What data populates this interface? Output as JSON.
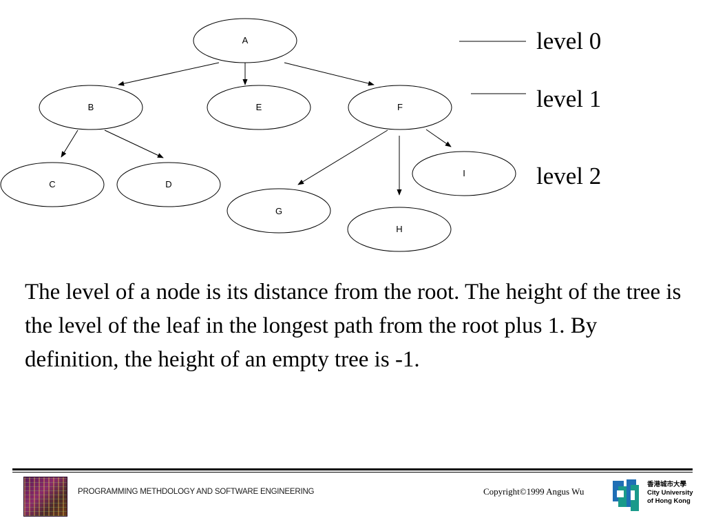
{
  "tree": {
    "nodes": {
      "A": "A",
      "B": "B",
      "E": "E",
      "F": "F",
      "C": "C",
      "D": "D",
      "G": "G",
      "H": "H",
      "I": "I"
    },
    "edges": [
      [
        "A",
        "B"
      ],
      [
        "A",
        "E"
      ],
      [
        "A",
        "F"
      ],
      [
        "B",
        "C"
      ],
      [
        "B",
        "D"
      ],
      [
        "F",
        "G"
      ],
      [
        "F",
        "H"
      ],
      [
        "F",
        "I"
      ]
    ]
  },
  "levels": [
    "level 0",
    "level 1",
    "level 2"
  ],
  "body_text": "The level of a node is its distance from the root. The height of the tree is the level of the leaf in the longest path from the root plus 1. By definition, the height of an empty tree is -1.",
  "footer": {
    "course_title": "PROGRAMMING METHDOLOGY AND SOFTWARE ENGINEERING",
    "copyright": "Copyright©1999 Angus Wu",
    "university_chinese": "香港城市大學",
    "university_line1": "City University",
    "university_line2": "of Hong Kong"
  },
  "colors": {
    "logo_blue": "#1f6fb5",
    "logo_teal": "#1a9a8a"
  }
}
